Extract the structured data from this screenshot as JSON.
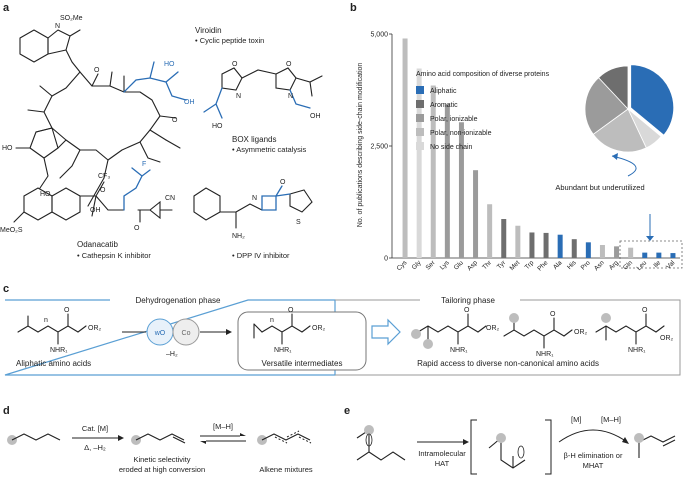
{
  "panels": {
    "a": "a",
    "b": "b",
    "c": "c",
    "d": "d",
    "e": "e"
  },
  "panel_a": {
    "viroidin_name": "Viroidin",
    "viroidin_desc": "• Cyclic peptide toxin",
    "so2me": "SO₂Me",
    "box_name": "BOX ligands",
    "box_desc": "• Asymmetric catalysis",
    "odanacatib_name": "Odanacatib",
    "odanacatib_desc": "• Cathepsin K inhibitor",
    "dpp_desc": "• DPP IV inhibitor",
    "meo2s": "MeO₂S",
    "f": "F",
    "cf3": "CF₃",
    "cn": "CN",
    "ho": "HO",
    "oh": "OH",
    "o": "O",
    "n": "N",
    "s": "S",
    "nh2": "NH₂"
  },
  "chart_data": {
    "type": "bar",
    "ylabel": "No. of publications describing side-chain modification",
    "ylim": [
      0,
      5000
    ],
    "yticks": [
      "0",
      "2,500",
      "5,000"
    ],
    "categories": [
      "Cys",
      "Gly",
      "Ser",
      "Lys",
      "Glu",
      "Asp",
      "Thr",
      "Tyr",
      "Met",
      "Trp",
      "Phe",
      "Ala",
      "His",
      "Pro",
      "Asn",
      "Arg",
      "Gln",
      "Leu",
      "Ile",
      "Val"
    ],
    "values": [
      4900,
      4230,
      3850,
      3430,
      3030,
      1960,
      1200,
      870,
      720,
      570,
      560,
      520,
      420,
      350,
      290,
      260,
      230,
      120,
      120,
      110
    ],
    "classes": [
      "nonionizable",
      "noside",
      "nonionizable",
      "ionizable",
      "ionizable",
      "ionizable",
      "nonionizable",
      "aromatic",
      "nonionizable",
      "aromatic",
      "aromatic",
      "aliphatic",
      "aromatic",
      "aliphatic",
      "nonionizable",
      "ionizable",
      "nonionizable",
      "aliphatic",
      "aliphatic",
      "aliphatic"
    ],
    "class_colors": {
      "aliphatic": "#2a6db5",
      "aromatic": "#6e6e6e",
      "ionizable": "#9b9b9b",
      "nonionizable": "#bdbdbd",
      "noside": "#d9d9d9"
    },
    "legend_title": "Amino acid composition of diverse proteins",
    "legend": [
      {
        "key": "aliphatic",
        "label": "Aliphatic"
      },
      {
        "key": "aromatic",
        "label": "Aromatic"
      },
      {
        "key": "ionizable",
        "label": "Polar, ionizable"
      },
      {
        "key": "nonionizable",
        "label": "Polar, non-ionizable"
      },
      {
        "key": "noside",
        "label": "No side chain"
      }
    ],
    "pie": [
      {
        "key": "aliphatic",
        "fraction": 0.36
      },
      {
        "key": "noside",
        "fraction": 0.07
      },
      {
        "key": "nonionizable",
        "fraction": 0.22
      },
      {
        "key": "ionizable",
        "fraction": 0.23
      },
      {
        "key": "aromatic",
        "fraction": 0.12
      }
    ],
    "annotation": "Abundant but underutilized",
    "legend_placement": "top-right"
  },
  "panel_c": {
    "dehydro_phase": "Dehydrogenation phase",
    "tailoring_phase": "Tailoring phase",
    "aliphatic_aa": "Aliphatic amino acids",
    "versatile": "Versatile intermediates",
    "rapid": "Rapid access to diverse non-canonical amino acids",
    "wo": "wO",
    "co": "Co",
    "minus_h2": "–H₂",
    "or2": "OR₂",
    "nhr1": "NHR₁",
    "n": "n"
  },
  "panel_d": {
    "cat": "Cat. [M]",
    "cond": "Δ, –H₂",
    "kinetic1": "Kinetic selectivity",
    "kinetic2": "eroded at high conversion",
    "mh": "[M–H]",
    "alkene": "Alkene mixtures"
  },
  "panel_e": {
    "intra1": "Intramolecular",
    "intra2": "HAT",
    "m": "[M]",
    "mh": "[M–H]",
    "beta": "β-H elimination or",
    "mhat": "MHAT"
  }
}
